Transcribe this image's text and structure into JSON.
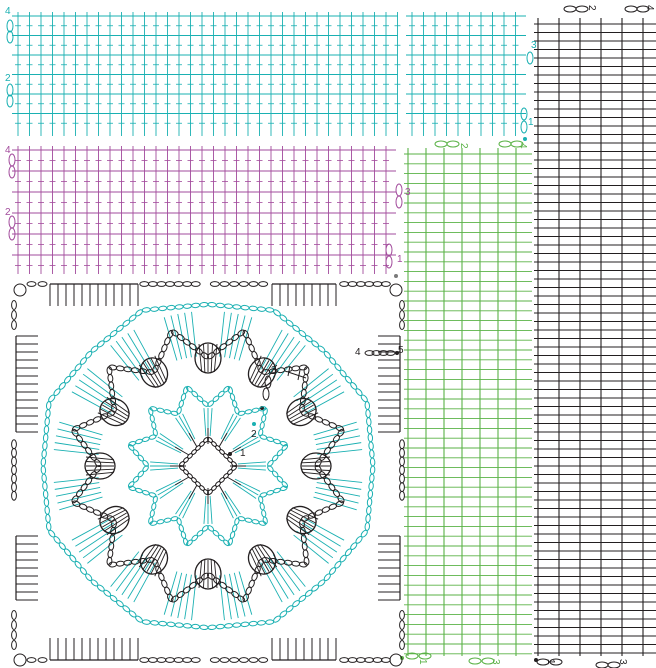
{
  "colors": {
    "teal": "#1ab0b2",
    "purple": "#a24b9c",
    "green": "#5ab246",
    "black": "#231f20",
    "start_dot": "#7a7a7a"
  },
  "labels": {
    "teal_panel": [
      "4",
      "2",
      "3",
      "1"
    ],
    "purple_panel": [
      "4",
      "2",
      "3",
      "1"
    ],
    "green_panel": [
      "2",
      "4",
      "1",
      "3"
    ],
    "black_panel": [
      "2",
      "4",
      "1",
      "3"
    ],
    "square": [
      "1",
      "2",
      "3",
      "4",
      "5"
    ]
  }
}
